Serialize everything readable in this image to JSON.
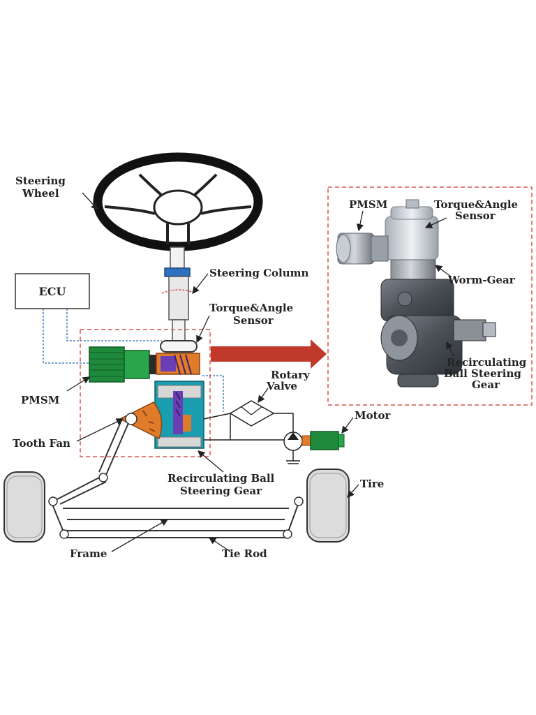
{
  "labels": {
    "steering_wheel": [
      "Steering",
      "Wheel"
    ],
    "ecu": "ECU",
    "steering_column": "Steering Column",
    "torque_sensor": [
      "Torque&Angle",
      "Sensor"
    ],
    "pmsm": "PMSM",
    "tooth_fan": "Tooth Fan",
    "rotary_valve": [
      "Rotary",
      "Valve"
    ],
    "motor": "Motor",
    "rb_gear": [
      "Recirculating Ball",
      "Steering Gear"
    ],
    "tire": "Tire",
    "frame": "Frame",
    "tie_rod": "Tie Rod"
  },
  "inset_labels": {
    "pmsm": "PMSM",
    "torque_sensor": [
      "Torque&Angle",
      "Sensor"
    ],
    "worm_gear": "Worm-Gear",
    "rb_gear": [
      "Recirculating",
      "Ball Steering",
      "Gear"
    ]
  },
  "colors": {
    "accent_arrow": "#c0392b",
    "motor_green": "#1f8a3c",
    "gear_orange": "#e07b2a",
    "worm_purple": "#6a3fb5",
    "housing_cyan": "#1b9db0",
    "column_blue": "#2f6fc0",
    "dashed_red": "#d9534f",
    "signal_blue": "#2b6cb0"
  }
}
